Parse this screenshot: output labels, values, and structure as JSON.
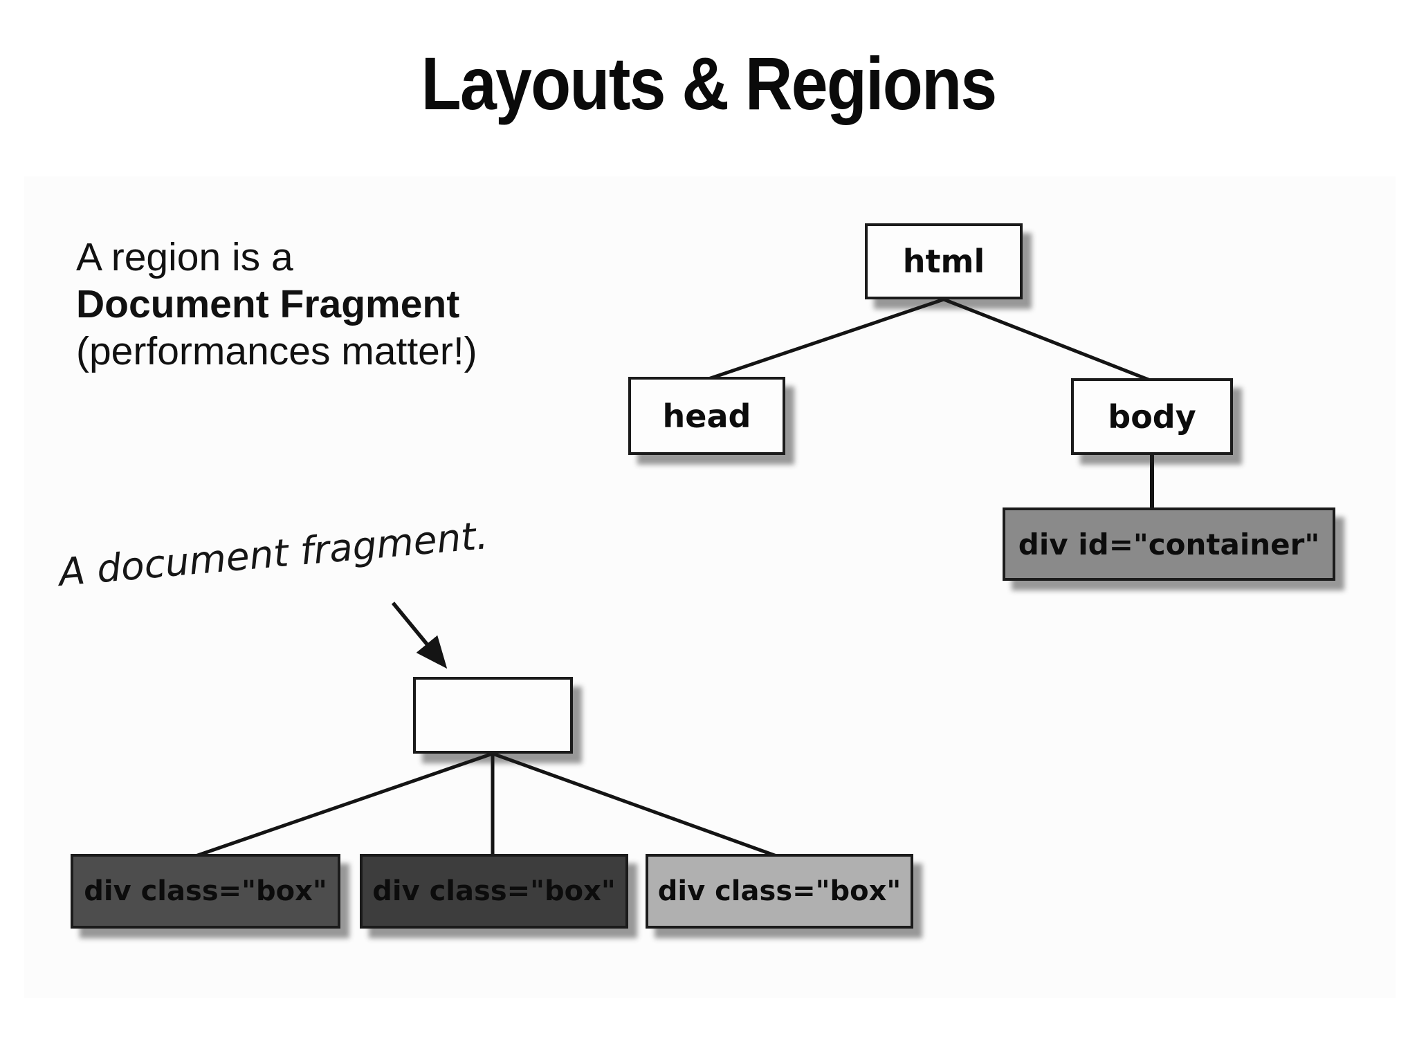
{
  "slide": {
    "title": "Layouts & Regions"
  },
  "note": {
    "line1": "A region is a",
    "line2_bold": "Document Fragment",
    "line3": "(performances matter!)"
  },
  "annotation": {
    "text": "A document fragment."
  },
  "dom_tree": {
    "html_label": "html",
    "head_label": "head",
    "body_label": "body",
    "container_label": "div id=\"container\""
  },
  "fragment_tree": {
    "root_label": "",
    "boxes": [
      {
        "label": "div class=\"box\"",
        "fill": "#4d4d4d"
      },
      {
        "label": "div class=\"box\"",
        "fill": "#3d3d3d"
      },
      {
        "label": "div class=\"box\"",
        "fill": "#b0b0b0"
      }
    ]
  },
  "colors": {
    "page_background": "#ffffff",
    "figure_background": "#fcfcfc",
    "white_node_fill": "#fdfdfd",
    "container_fill": "#8a8a8a",
    "line_color": "#141414",
    "text_color": "#111111"
  }
}
